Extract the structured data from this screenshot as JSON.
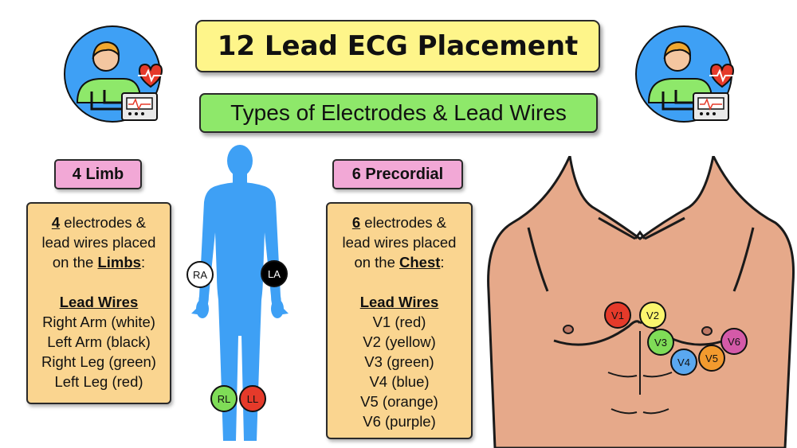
{
  "title": "12 Lead ECG Placement",
  "subtitle": "Types of Electrodes & Lead Wires",
  "limb": {
    "tag": "4 Limb",
    "count": "4",
    "text_a": " electrodes &",
    "text_b": "lead wires placed",
    "text_c": "on the ",
    "emph": "Limbs",
    "colon": ":",
    "heading": "Lead Wires",
    "items": [
      "Right Arm (white)",
      "Left Arm (black)",
      "Right Leg (green)",
      "Left Leg (red)"
    ]
  },
  "precordial": {
    "tag": "6 Precordial",
    "count": "6",
    "text_a": " electrodes &",
    "text_b": "lead wires placed",
    "text_c": "on the ",
    "emph": "Chest",
    "colon": ":",
    "heading": "Lead Wires",
    "items": [
      "V1 (red)",
      "V2 (yellow)",
      "V3 (green)",
      "V4 (blue)",
      "V5 (orange)",
      "V6 (purple)"
    ]
  },
  "body_electrodes": {
    "ra": "RA",
    "la": "LA",
    "rl": "RL",
    "ll": "LL"
  },
  "chest_electrodes": {
    "v1": "V1",
    "v2": "V2",
    "v3": "V3",
    "v4": "V4",
    "v5": "V5",
    "v6": "V6"
  },
  "colors": {
    "title_bg": "#fef58a",
    "subtitle_bg": "#8ee86a",
    "tag_bg": "#f2a8d6",
    "panel_bg": "#fad590",
    "body": "#3ea0f5",
    "skin": "#e6a98a",
    "white": "#ffffff",
    "black": "#000000",
    "red": "#e53a2a",
    "yellow": "#fbf66e",
    "green": "#7fdc57",
    "blue": "#5aa8f0",
    "orange": "#f29a2e",
    "purple": "#d45aa8"
  }
}
